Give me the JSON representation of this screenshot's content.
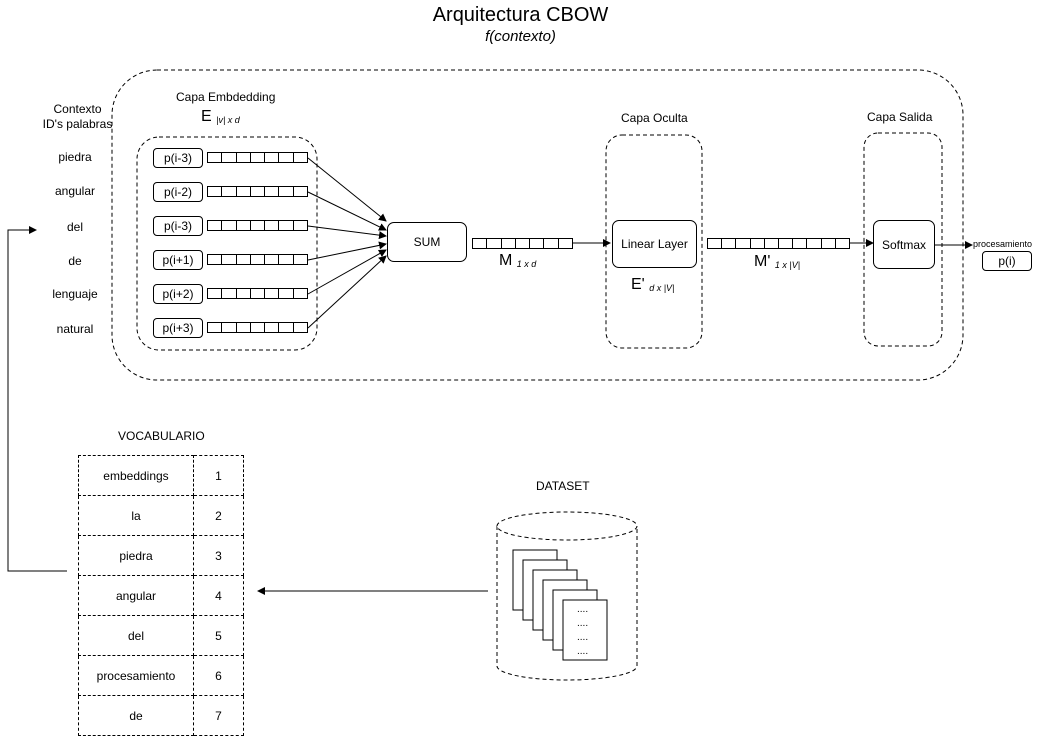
{
  "title": "Arquitectura CBOW",
  "subtitle": "f(contexto)",
  "context": {
    "header_line1": "Contexto",
    "header_line2": "ID's palabras",
    "words": [
      "piedra",
      "angular",
      "del",
      "de",
      "lenguaje",
      "natural"
    ]
  },
  "embedding_layer": {
    "label": "Capa Embdedding",
    "matrix_symbol": "E",
    "matrix_dims": "|v| x d",
    "positions": [
      "p(i-3)",
      "p(i-2)",
      "p(i-3)",
      "p(i+1)",
      "p(i+2)",
      "p(i+3)"
    ]
  },
  "sum": {
    "label": "SUM",
    "output_symbol": "M",
    "output_dims": "1 x d"
  },
  "hidden_layer": {
    "label": "Capa Oculta",
    "node_label": "Linear Layer",
    "matrix_symbol": "E'",
    "matrix_dims": "d x |V|",
    "output_symbol": "M'",
    "output_dims": "1 x |V|"
  },
  "output_layer": {
    "label": "Capa Salida",
    "node_label": "Softmax",
    "prediction_word": "procesamiento",
    "prediction_label": "p(i)"
  },
  "vocabulary": {
    "title": "VOCABULARIO",
    "rows": [
      {
        "word": "embeddings",
        "id": "1"
      },
      {
        "word": "la",
        "id": "2"
      },
      {
        "word": "piedra",
        "id": "3"
      },
      {
        "word": "angular",
        "id": "4"
      },
      {
        "word": "del",
        "id": "5"
      },
      {
        "word": "procesamiento",
        "id": "6"
      },
      {
        "word": "de",
        "id": "7"
      }
    ]
  },
  "dataset": {
    "title": "DATASET",
    "doc_dots": [
      "....",
      "....",
      "....",
      "...."
    ]
  }
}
